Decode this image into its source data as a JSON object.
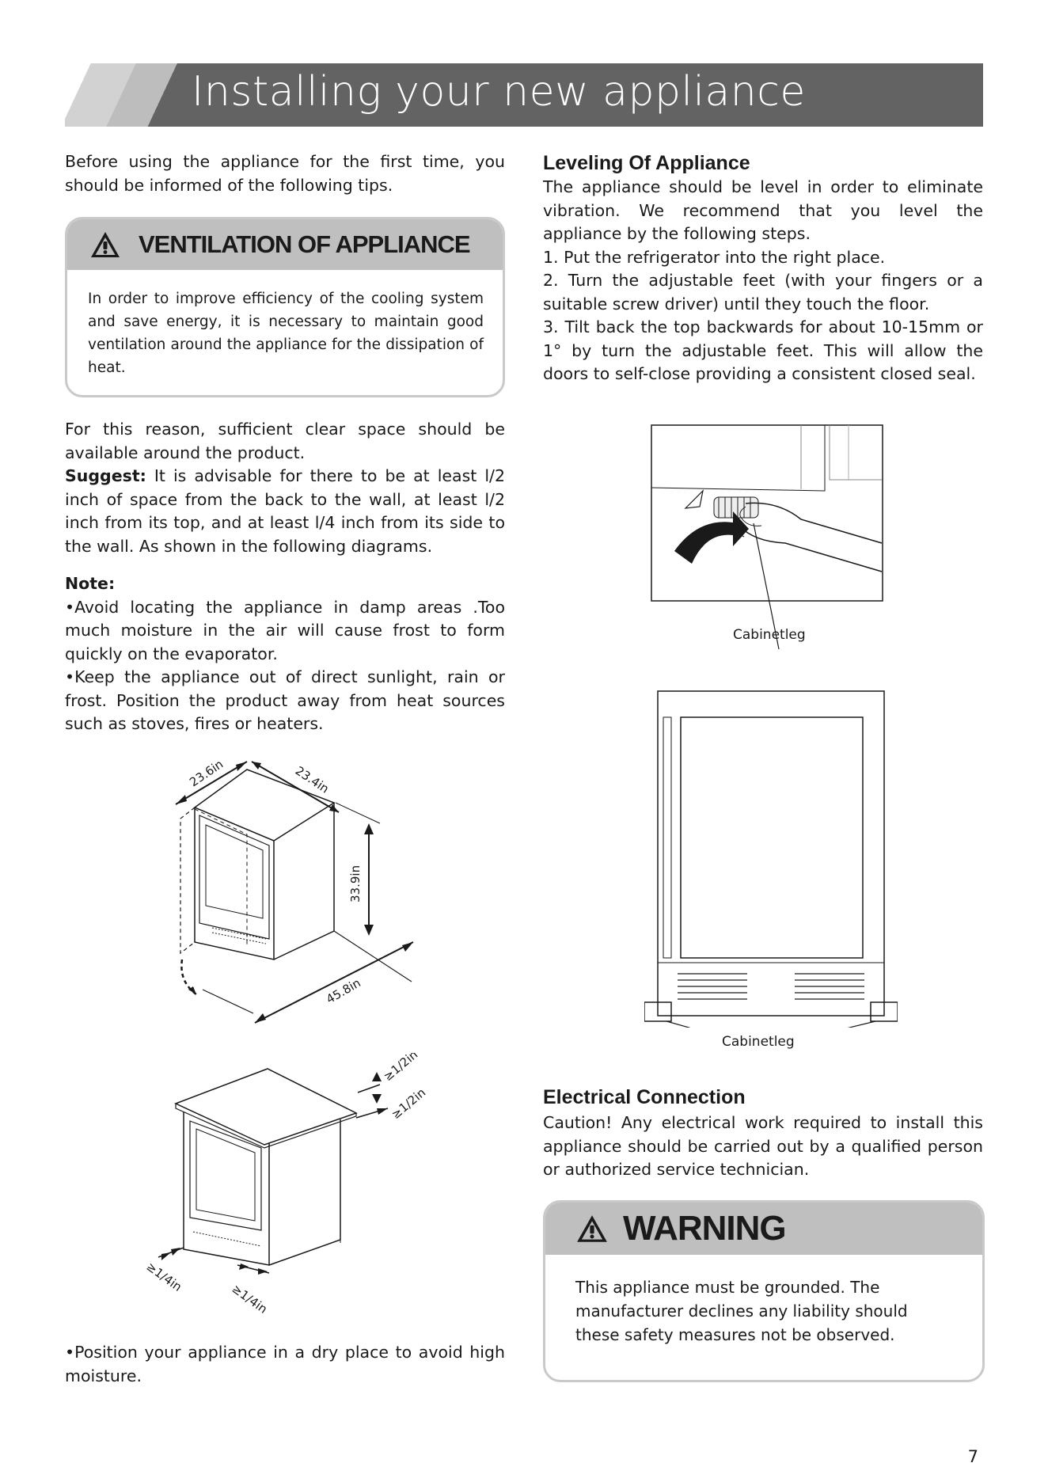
{
  "header": {
    "title": "Installing your new appliance"
  },
  "intro": "Before using the appliance for the first time, you should be informed of the following tips.",
  "ventilation_box": {
    "title": "VENTILATION OF APPLIANCE",
    "icon": "warning-triangle-icon",
    "body": "In order to improve efficiency of the cooling system and save energy, it is necessary to maintain good ventilation around the appliance for the dissipation of heat."
  },
  "clearance": {
    "text": "For this reason, sufficient clear space should be available around the product.",
    "suggest_label": "Suggest:",
    "suggest_text": " It is advisable for there to be at least l/2 inch of space from the back to the wall, at least l/2 inch from its top, and at least l/4 inch from its side to the wall. As shown in the following diagrams."
  },
  "note": {
    "label": "Note:",
    "items": [
      "•Avoid locating the appliance in damp areas .Too much moisture in the air will cause frost to form quickly on the evaporator.",
      "•Keep the appliance out of direct sunlight, rain or frost. Position the product away from heat sources such as stoves, fires or heaters."
    ]
  },
  "diagram_dimensions": {
    "width": "23.6in",
    "depth": "23.4in",
    "height": "33.9in",
    "door_open": "45.8in"
  },
  "diagram_clearance": {
    "top": "≥1/2in",
    "back": "≥1/2in",
    "side_left": "≥1/4in",
    "side_right": "≥1/4in"
  },
  "dry_place": "•Position your appliance in a dry place to avoid high moisture.",
  "leveling": {
    "heading": "Leveling Of Appliance",
    "intro": "The appliance should be level in order to eliminate vibration. We recommend that you level the appliance by the following steps.",
    "steps": [
      "1. Put the refrigerator into the right place.",
      "2. Turn the adjustable feet (with your fingers or a suitable screw driver) until they touch the floor.",
      "3. Tilt back the top backwards for about 10-15mm or 1° by turn the adjustable feet. This will allow the doors to self-close providing a consistent closed seal."
    ],
    "caption_top": "Cabinetleg",
    "caption_bottom": "Cabinetleg"
  },
  "electrical": {
    "heading": "Electrical Connection",
    "text": "Caution! Any electrical work required to install this appliance should be carried out by a qualified person or authorized service technician."
  },
  "warning_box": {
    "title": "WARNING",
    "icon": "warning-triangle-icon",
    "body": "This appliance must be grounded. The manufacturer declines any liability should these safety measures not be observed."
  },
  "page_number": "7",
  "colors": {
    "banner": "#636363",
    "callout_header": "#bfbfbf",
    "callout_border": "#c9c9c9"
  }
}
